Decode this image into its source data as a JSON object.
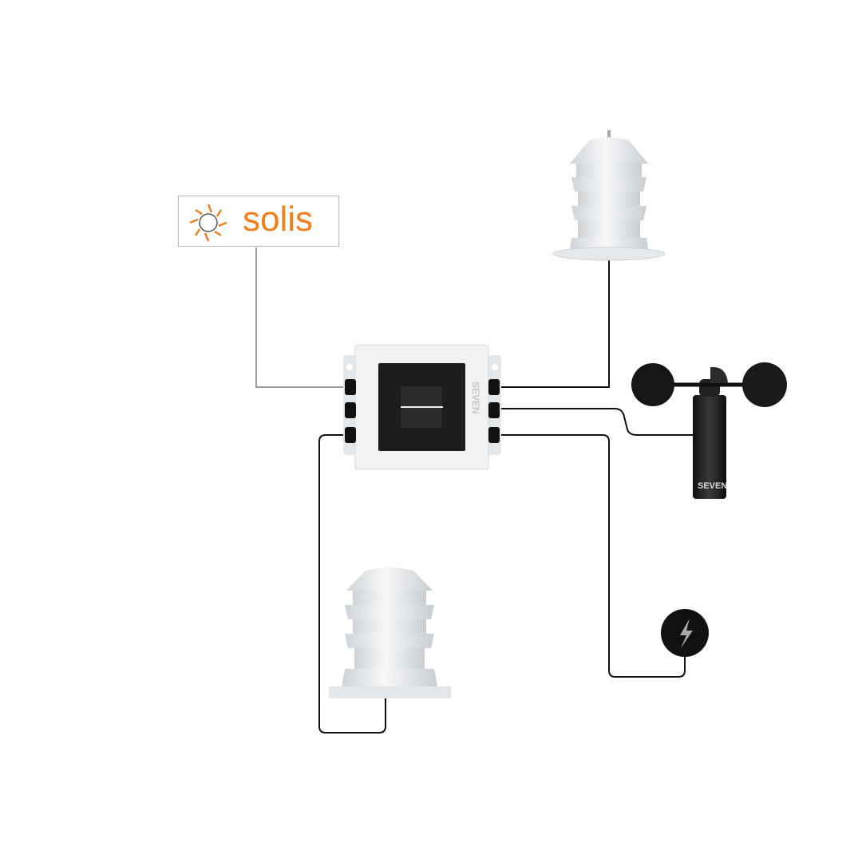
{
  "brand": {
    "name": "solis",
    "color": "#f07f1e"
  },
  "device_logo": "SEVEN",
  "components": [
    {
      "id": "data-logger",
      "icon": "logger-box"
    },
    {
      "id": "temperature-humidity-shield-top",
      "icon": "radiation-shield"
    },
    {
      "id": "anemometer",
      "icon": "anemometer",
      "logo": "SEVEN"
    },
    {
      "id": "lightning-sensor",
      "icon": "lightning-icon"
    },
    {
      "id": "temperature-humidity-shield-bottom",
      "icon": "radiation-shield"
    }
  ],
  "colors": {
    "cable": "#111111",
    "inverter_cable": "#9a9a9a"
  }
}
